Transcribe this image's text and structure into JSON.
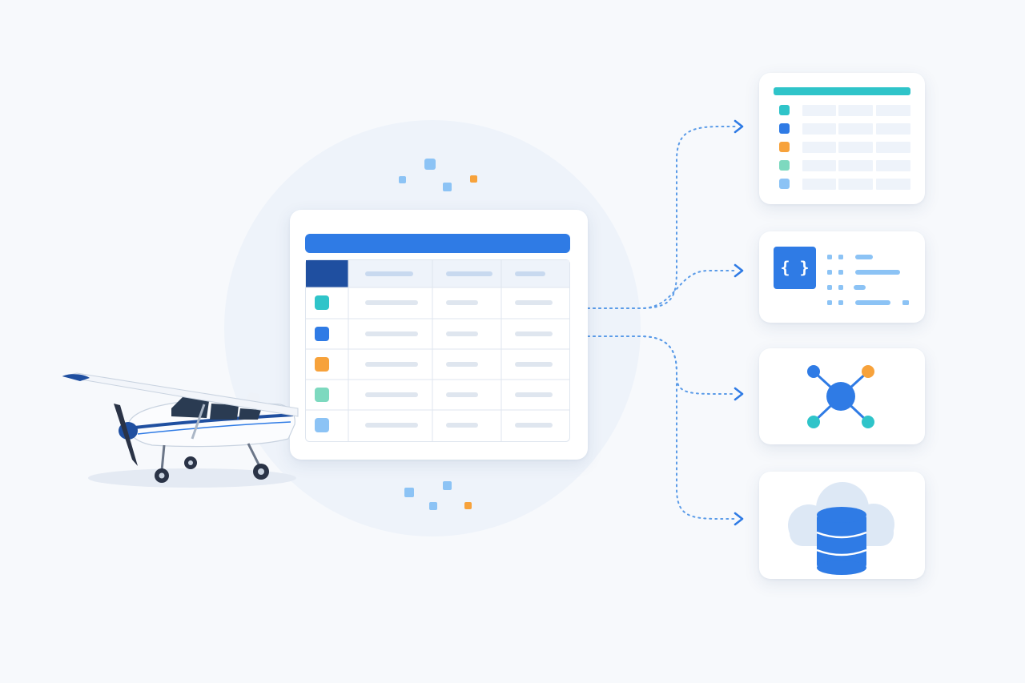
{
  "colors": {
    "background": "#f7f9fc",
    "halo": "#eef3fa",
    "primary_blue": "#2f7be5",
    "navy": "#1f4fa0",
    "teal": "#2fc4c9",
    "orange": "#f7a23b",
    "mint": "#7dd9bf",
    "light_blue": "#8cc3f5",
    "line_gray": "#dfe6ef",
    "dotted_line": "#5a9be8"
  },
  "source_table": {
    "row_markers": [
      "teal",
      "primary_blue",
      "orange",
      "mint",
      "light_blue"
    ]
  },
  "outputs": [
    {
      "kind": "table",
      "icon": "table-icon",
      "row_markers": [
        "teal",
        "primary_blue",
        "orange",
        "mint",
        "light_blue"
      ]
    },
    {
      "kind": "json",
      "icon": "braces-icon",
      "icon_text": "{ }"
    },
    {
      "kind": "graph",
      "icon": "network-graph-icon"
    },
    {
      "kind": "database",
      "icon": "cloud-database-icon"
    }
  ],
  "decor": {
    "aircraft": "airplane-illustration"
  }
}
